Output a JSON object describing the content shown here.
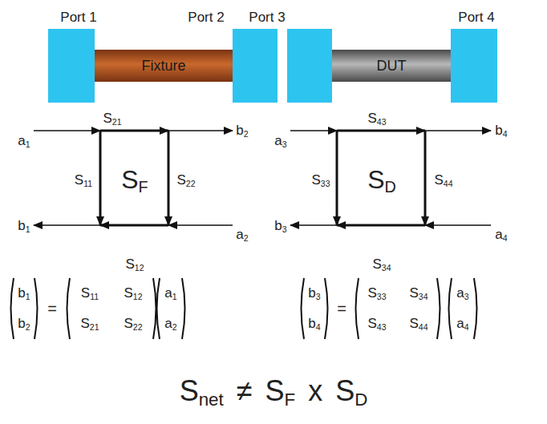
{
  "diagram": {
    "nodes": [
      {
        "text": [
          "Fixture"
        ]
      },
      {
        "text": [
          "DUT"
        ]
      }
    ],
    "labels": [
      "Port 1",
      "Port 2",
      "Port 3",
      "Port 4",
      "S21",
      "a1",
      "b2",
      "S11",
      "SF",
      "S22",
      "b1",
      "a2",
      "S12",
      "S43",
      "a3",
      "b4",
      "S33",
      "SD",
      "S44",
      "b3",
      "a4",
      "S34",
      "b1",
      "b2",
      "=",
      "S11",
      "S12",
      "S21",
      "S22",
      "a1",
      "a2",
      "b3",
      "b4",
      "=",
      "S33",
      "S34",
      "S43",
      "S44",
      "a3",
      "a4",
      "Snet",
      "≠",
      "SF",
      "x",
      "SD"
    ]
  }
}
